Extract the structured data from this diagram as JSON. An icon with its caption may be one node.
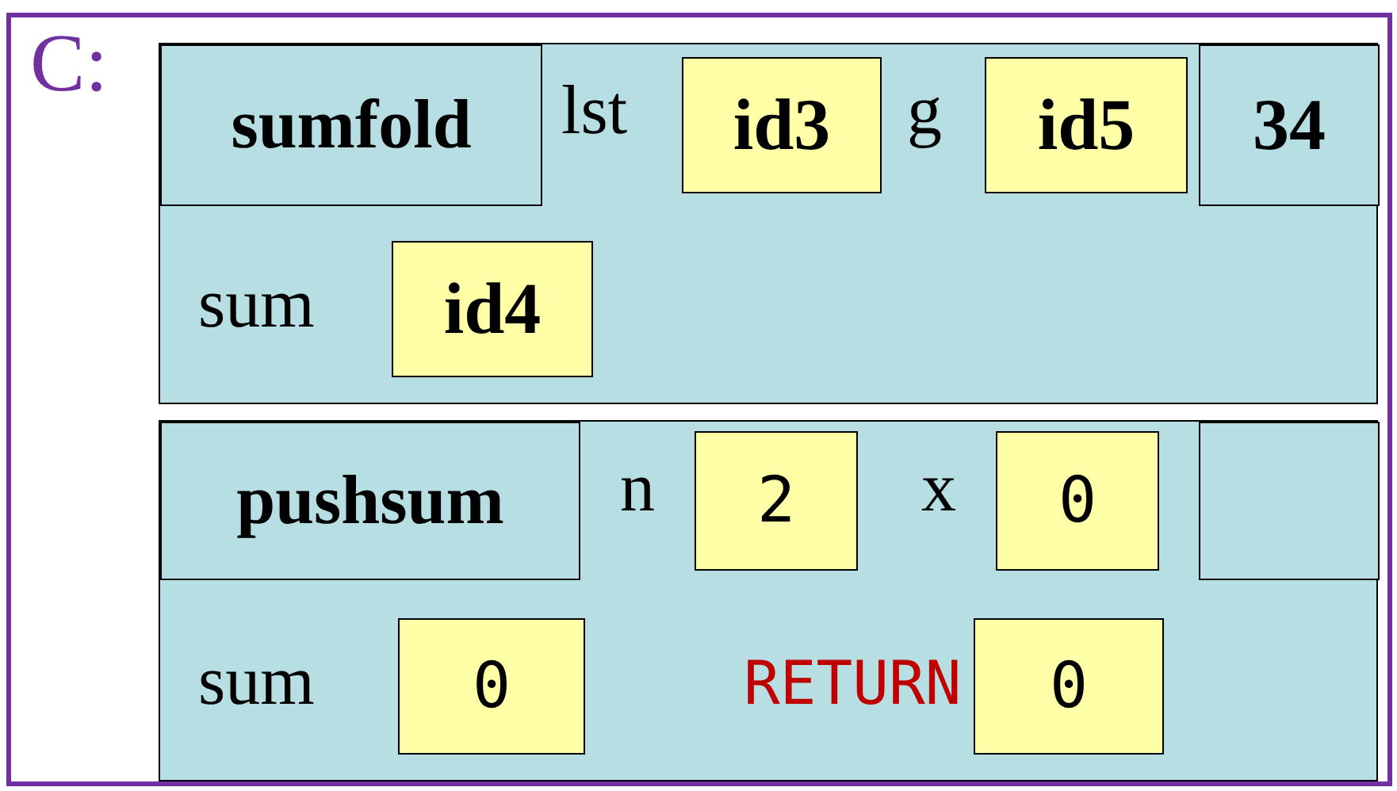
{
  "diagram": {
    "nodes": [
      {
        "text": [
          "C:"
        ]
      },
      {
        "text": [],
        "shape": "box",
        "in": 0
      },
      {
        "text": [
          "sumfold"
        ],
        "in": 1
      },
      {
        "text": [
          "id3"
        ],
        "in": 1,
        "beside": [
          "lst"
        ]
      },
      {
        "text": [
          "id5"
        ],
        "in": 1,
        "beside": [
          "g"
        ]
      },
      {
        "text": [
          "34"
        ],
        "in": 1
      },
      {
        "text": [
          "id4"
        ],
        "in": 1,
        "beside": [
          "sum"
        ]
      },
      {
        "text": [],
        "shape": "box",
        "in": 0
      },
      {
        "text": [
          "pushsum"
        ],
        "in": 7
      },
      {
        "text": [
          "2"
        ],
        "in": 7,
        "beside": [
          "n"
        ]
      },
      {
        "text": [
          "0"
        ],
        "in": 7,
        "beside": [
          "x"
        ]
      },
      {
        "text": [],
        "shape": "box",
        "in": 7
      },
      {
        "text": [
          "0"
        ],
        "in": 7,
        "beside": [
          "sum"
        ]
      },
      {
        "text": [
          "0"
        ],
        "in": 7,
        "beside": [
          "RETURN"
        ]
      }
    ]
  }
}
